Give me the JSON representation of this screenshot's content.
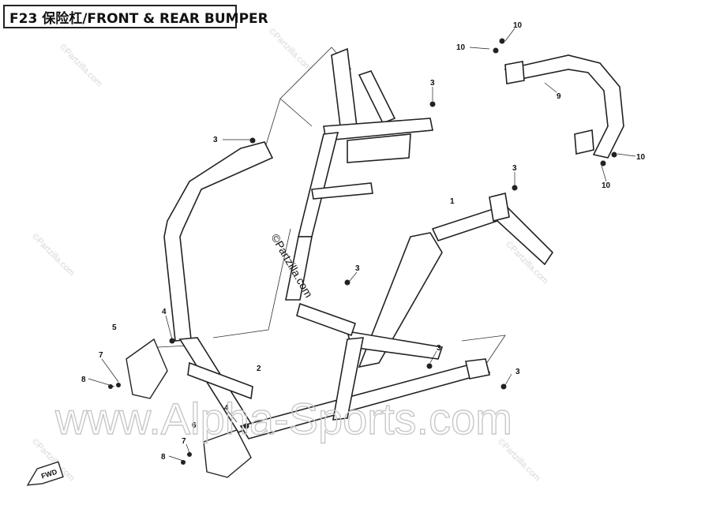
{
  "title": "F23 保险杠/FRONT & REAR BUMPER",
  "watermark_main": "www.Alpha-Sports.com",
  "watermark_center": "©Partzilla.com",
  "watermark_small": "©Partzilla.com",
  "fwd_label": "FWD",
  "callouts": {
    "c1": "1",
    "c2": "2",
    "c3a": "3",
    "c3b": "3",
    "c3c": "3",
    "c3d": "3",
    "c3e": "3",
    "c3f": "3",
    "c4a": "4",
    "c4b": "4",
    "c5": "5",
    "c6": "6",
    "c7a": "7",
    "c7b": "7",
    "c8a": "8",
    "c8b": "8",
    "c9": "9",
    "c10a": "10",
    "c10b": "10",
    "c10c": "10",
    "c10d": "10"
  }
}
